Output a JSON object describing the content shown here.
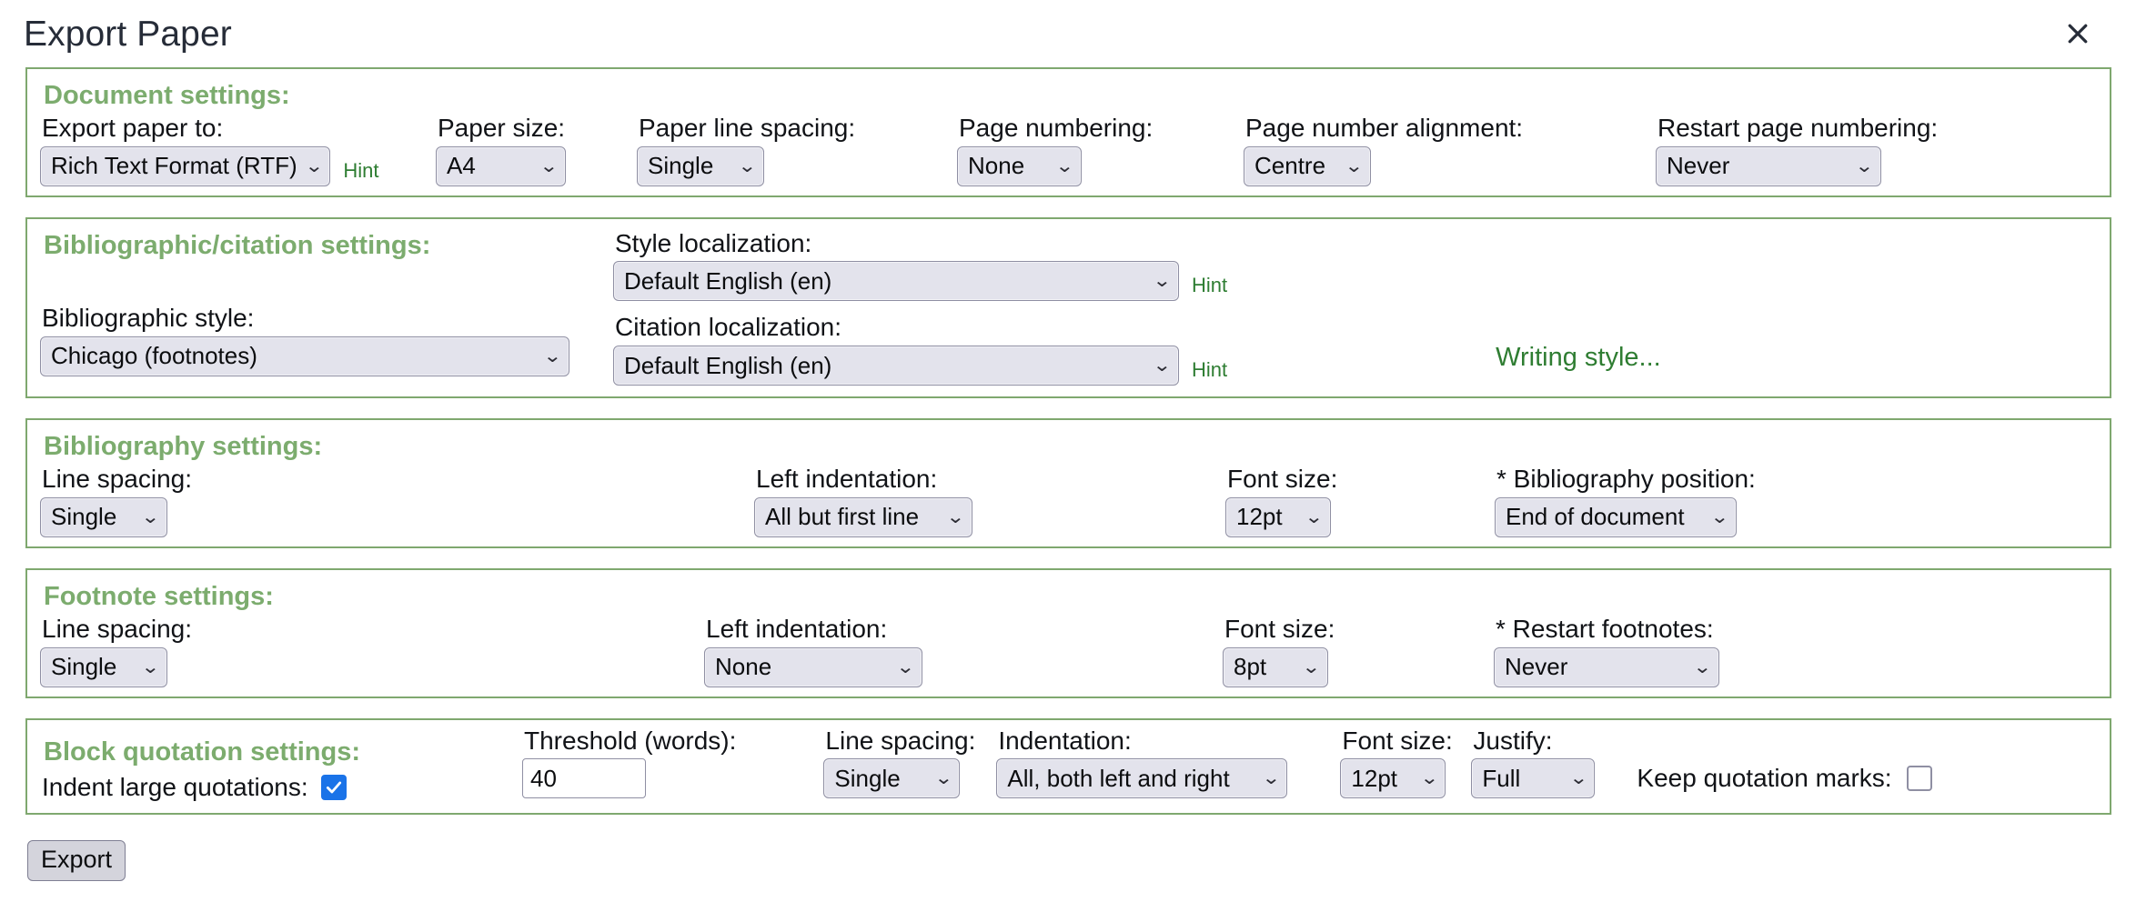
{
  "dialog": {
    "title": "Export Paper",
    "close_icon": "close-icon"
  },
  "sections": {
    "document": {
      "title": "Document settings:",
      "export_to": {
        "label": "Export paper to:",
        "value": "Rich Text Format (RTF)",
        "hint": "Hint"
      },
      "paper_size": {
        "label": "Paper size:",
        "value": "A4"
      },
      "paper_line_spacing": {
        "label": "Paper line spacing:",
        "value": "Single"
      },
      "page_numbering": {
        "label": "Page numbering:",
        "value": "None"
      },
      "page_number_alignment": {
        "label": "Page number alignment:",
        "value": "Centre"
      },
      "restart_page_numbering": {
        "label": "Restart page numbering:",
        "value": "Never"
      }
    },
    "bibliographic": {
      "title": "Bibliographic/citation settings:",
      "bibliographic_style": {
        "label": "Bibliographic style:",
        "value": "Chicago (footnotes)"
      },
      "style_localization": {
        "label": "Style localization:",
        "value": "Default English (en)",
        "hint": "Hint"
      },
      "citation_localization": {
        "label": "Citation localization:",
        "value": "Default English (en)",
        "hint": "Hint"
      },
      "writing_style_link": "Writing style..."
    },
    "bibliography": {
      "title": "Bibliography settings:",
      "line_spacing": {
        "label": "Line spacing:",
        "value": "Single"
      },
      "left_indentation": {
        "label": "Left indentation:",
        "value": "All but first line"
      },
      "font_size": {
        "label": "Font size:",
        "value": "12pt"
      },
      "position": {
        "label": "* Bibliography position:",
        "value": "End of document"
      }
    },
    "footnote": {
      "title": "Footnote settings:",
      "line_spacing": {
        "label": "Line spacing:",
        "value": "Single"
      },
      "left_indentation": {
        "label": "Left indentation:",
        "value": "None"
      },
      "font_size": {
        "label": "Font size:",
        "value": "8pt"
      },
      "restart_footnotes": {
        "label": "* Restart footnotes:",
        "value": "Never"
      }
    },
    "blockquote": {
      "title": "Block quotation settings:",
      "indent_large_quotations": {
        "label": "Indent large quotations:",
        "checked": true
      },
      "threshold": {
        "label": "Threshold (words):",
        "value": "40"
      },
      "line_spacing": {
        "label": "Line spacing:",
        "value": "Single"
      },
      "indentation": {
        "label": "Indentation:",
        "value": "All, both left and right"
      },
      "font_size": {
        "label": "Font size:",
        "value": "12pt"
      },
      "justify": {
        "label": "Justify:",
        "value": "Full"
      },
      "keep_quotation_marks": {
        "label": "Keep quotation marks:",
        "checked": false
      }
    }
  },
  "footer": {
    "export_label": "Export"
  },
  "colors": {
    "section_border": "#7fa86f",
    "section_heading": "#7cac6e",
    "hint_link": "#2e7d32",
    "checkbox_checked": "#1a73e8"
  }
}
